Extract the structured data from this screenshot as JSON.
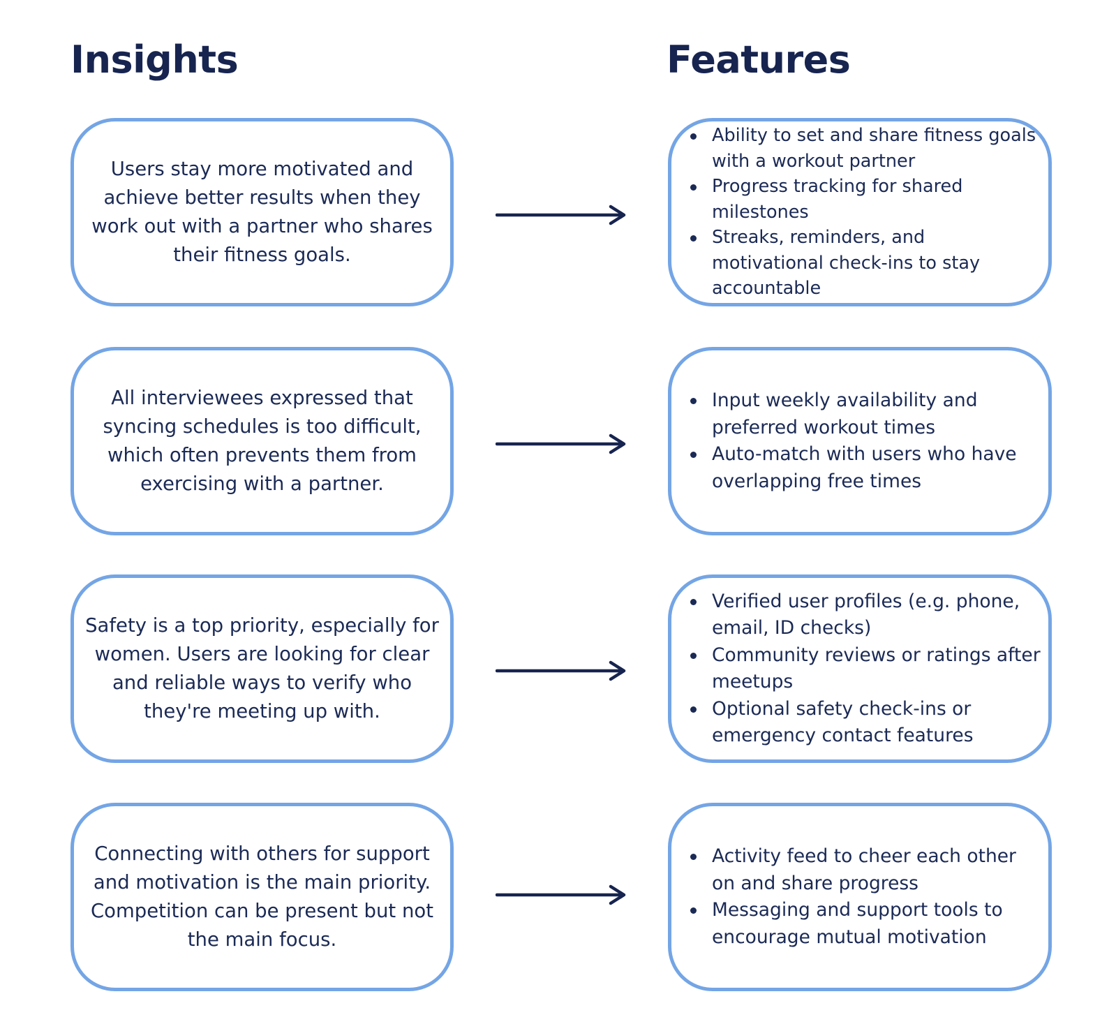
{
  "headings": {
    "insights": "Insights",
    "features": "Features"
  },
  "rows": [
    {
      "insight": "Users stay more motivated and achieve better results when they work out with a partner who shares their fitness goals.",
      "features": [
        "Ability to set and share fitness goals with a workout partner",
        "Progress tracking for shared milestones",
        "Streaks, reminders, and motivational check-ins to stay accountable"
      ]
    },
    {
      "insight": "All interviewees expressed that syncing schedules is too difficult, which often prevents them from exercising with a partner.",
      "features": [
        "Input weekly availability and preferred workout times",
        "Auto-match with users who have overlapping free times"
      ]
    },
    {
      "insight": "Safety is a top priority, especially for women. Users are looking for clear and reliable ways to verify who they're meeting up with.",
      "features": [
        "Verified user profiles (e.g. phone, email, ID checks)",
        "Community reviews or ratings after meetups",
        "Optional safety check-ins or emergency contact features"
      ]
    },
    {
      "insight": "Connecting with others for support and motivation is the main priority. Competition can be present but not the main focus.",
      "features": [
        "Activity feed to cheer each other on and share progress",
        "Messaging and support tools to encourage mutual motivation"
      ]
    }
  ],
  "colors": {
    "text": "#1b2a55",
    "box_border": "#74a5e5",
    "arrow": "#17244f"
  }
}
